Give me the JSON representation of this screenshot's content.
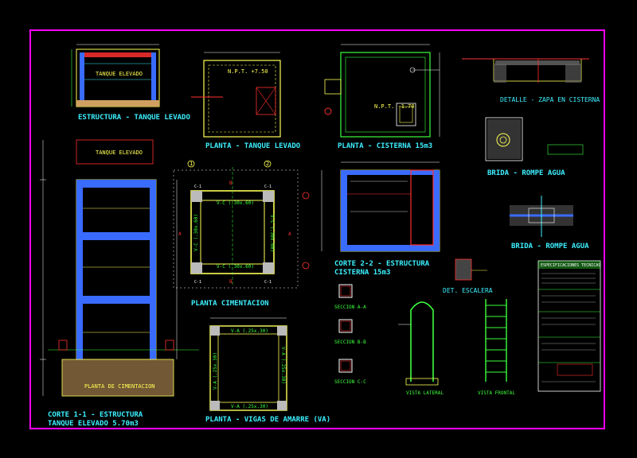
{
  "titles": {
    "estructura_tanque": "ESTRUCTURA - TANQUE LEVADO",
    "planta_tanque": "PLANTA - TANQUE LEVADO",
    "planta_cisterna": "PLANTA - CISTERNA 15m3",
    "detalle_zapa": "DETALLE - ZAPA EN CISTERNA",
    "corte_11_line1": "CORTE 1-1 - ESTRUCTURA",
    "corte_11_line2": "TANQUE ELEVADO 5.70m3",
    "planta_cimentacion": "PLANTA CIMENTACION",
    "corte_22_line1": "CORTE 2-2 - ESTRUCTURA",
    "corte_22_line2": "CISTERNA 15m3",
    "planta_vigas": "PLANTA - VIGAS DE AMARRE (VA)",
    "vista_lateral": "VISTA LATERAL",
    "vista_frontal": "VISTA FRONTAL",
    "det_escalera": "DET. ESCALERA",
    "rompe_agua_1": "BRIDA - ROMPE AGUA",
    "rompe_agua_2": "BRIDA - ROMPE AGUA",
    "seccion_aa": "SECCION A-A",
    "seccion_bb": "SECCION B-B",
    "seccion_cc": "SECCION C-C",
    "planta_cimentacion_inner": "PLANTA DE CIMENTACION",
    "npt_tank": "N.P.T. +7.50",
    "npt_cist": "N.P.T. -1.70",
    "tanque_label": "TANQUE ELEVADO",
    "especificaciones": "ESPECIFICACIONES TECNICAS"
  },
  "beam_labels": {
    "vc_top": "V-C (.30x.60)",
    "vc_bottom": "V-C (.30x.60)",
    "vc_left": "V-C (.30x.60)",
    "vc_right": "V-C (.30x.60)",
    "va_top": "V-A (.25x.30)",
    "va_bottom": "V-A (.25x.30)",
    "va_left": "V-A (.25x.30)",
    "va_right": "V-A (.25x.30)"
  },
  "column_tags": [
    "C-1",
    "C-1",
    "C-1",
    "C-1"
  ],
  "axis_letters": [
    "A",
    "A",
    "B",
    "B",
    "1",
    "2"
  ],
  "colors": {
    "background": "#000000",
    "frame": "#ff00ff",
    "outline": "#ffff55",
    "rebar": "#3cf0ff",
    "section": "#3cff3c",
    "accent": "#ff3030",
    "white": "#ffffff",
    "blue_bars": "#3a6bff"
  }
}
